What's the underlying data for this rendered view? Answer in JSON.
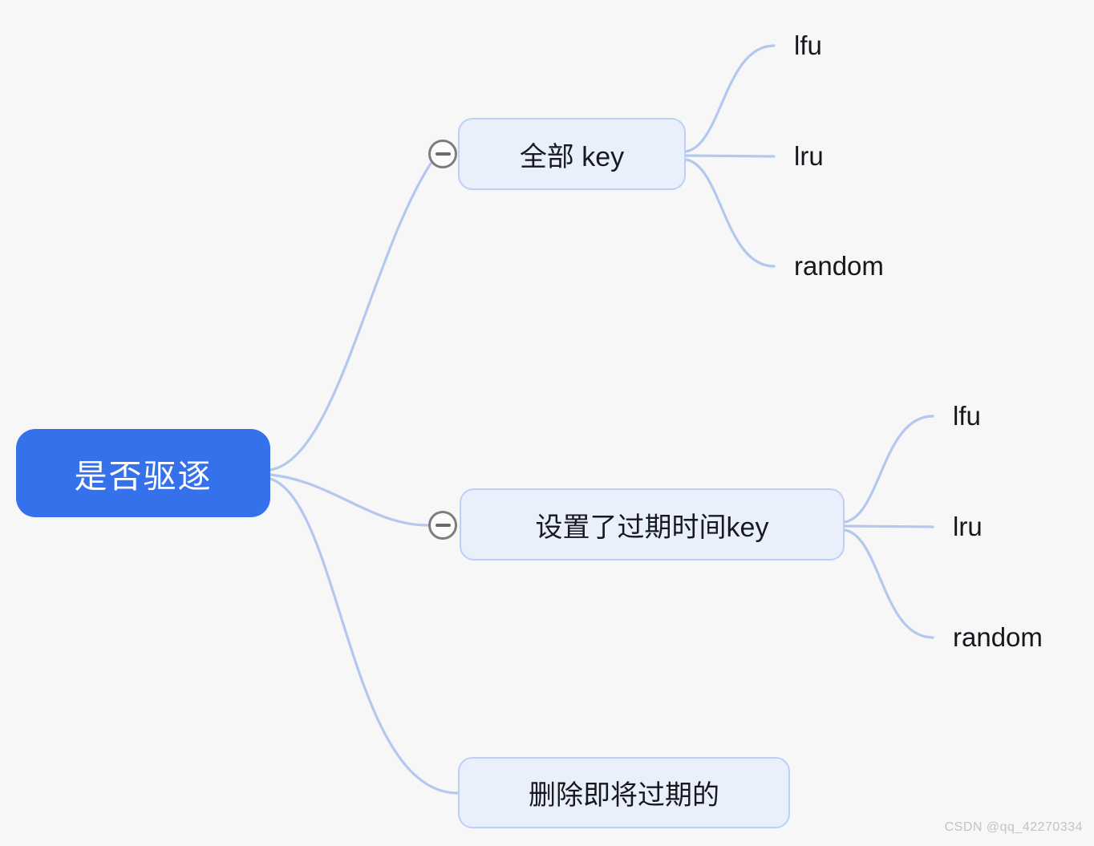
{
  "canvas": {
    "background_color": "#f7f7f8",
    "edge_color": "#b4c8ef"
  },
  "root": {
    "label": "是否驱逐",
    "fill_color": "#3671ec",
    "text_color": "#ffffff"
  },
  "branches": [
    {
      "label": "全部 key",
      "has_collapse_icon": true,
      "children": [
        "lfu",
        "lru",
        "random"
      ]
    },
    {
      "label": "设置了过期时间key",
      "has_collapse_icon": true,
      "children": [
        "lfu",
        "lru",
        "random"
      ]
    },
    {
      "label": "删除即将过期的",
      "has_collapse_icon": false,
      "children": []
    }
  ],
  "node_style": {
    "child_fill_color": "#e9f0fc",
    "child_border_color": "#bdd0f4",
    "child_text_color": "#17191f"
  },
  "watermark": "CSDN @qq_42270334"
}
